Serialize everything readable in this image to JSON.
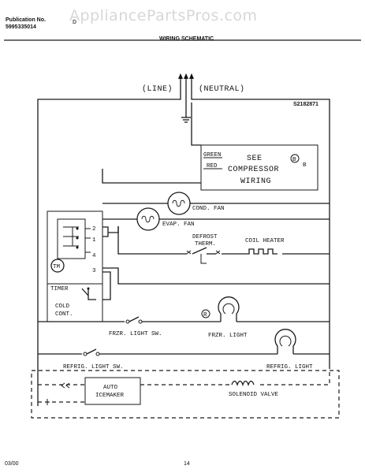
{
  "header": {
    "publication_label": "Publication No.",
    "publication_number": "5995335014",
    "model_code": "D",
    "watermark": "AppliancePartsPros.com",
    "section_title": "WIRING SCHEMATIC",
    "diagram_id": "S2182871"
  },
  "power": {
    "line": "(LINE)",
    "neutral": "(NEUTRAL)"
  },
  "compressor": {
    "wire_green": "GREEN",
    "wire_red": "RED",
    "text_line1": "SEE",
    "text_line2": "COMPRESSOR",
    "text_line3": "WIRING",
    "badge": "B",
    "terminal_label": "B"
  },
  "components": {
    "cond_fan": "COND. FAN",
    "evap_fan": "EVAP. FAN",
    "defrost_therm_line1": "DEFROST",
    "defrost_therm_line2": "THERM.",
    "coil_heater": "COIL HEATER",
    "timer": "TIMER",
    "timer_motor": "TM",
    "cold_control_line1": "COLD",
    "cold_control_line2": "CONT.",
    "frzr_light_sw": "FRZR. LIGHT SW.",
    "frzr_light": "FRZR. LIGHT",
    "frzr_light_badge": "R",
    "refrig_light_sw": "REFRIG. LIGHT SW.",
    "refrig_light": "REFRIG. LIGHT",
    "icemaker_line1": "AUTO",
    "icemaker_line2": "ICEMAKER",
    "solenoid_valve": "SOLENOID VALVE"
  },
  "timer_terminals": [
    "2",
    "1",
    "4",
    "3"
  ],
  "footer": {
    "date": "03/00",
    "page": "14"
  }
}
